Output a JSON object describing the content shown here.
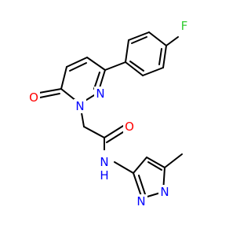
{
  "molecule": {
    "atom_labels": {
      "fluorine": "F",
      "carbonyl_oxygen_ring": "O",
      "ring_nitrogen_1": "N",
      "ring_nitrogen_2": "N",
      "amide_oxygen": "O",
      "amide_nitrogen": "N",
      "amide_hydrogen": "H",
      "pyrazole_nitrogen_1": "N",
      "pyrazole_nitrogen_2": "N"
    },
    "colors": {
      "bond": "#000000",
      "nitrogen": "#0000ff",
      "oxygen": "#ff0000",
      "fluorine": "#33cc33",
      "background": "#ffffff"
    }
  }
}
